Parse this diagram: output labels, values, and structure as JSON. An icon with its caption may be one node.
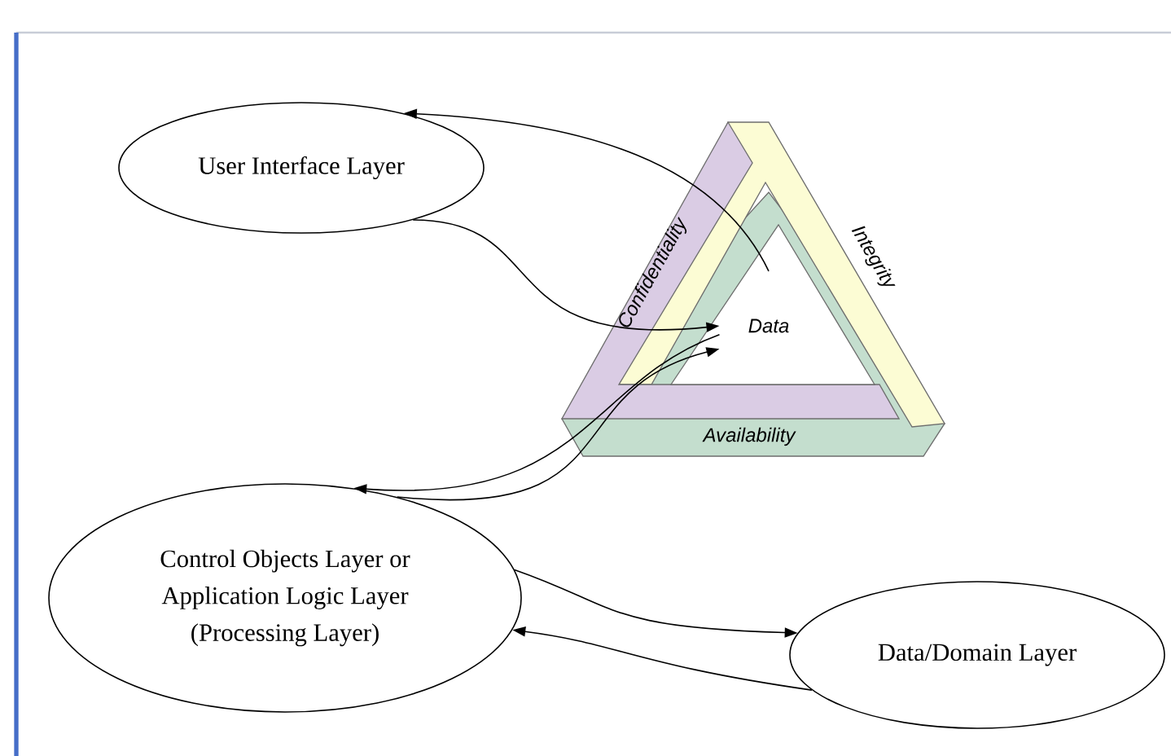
{
  "diagram": {
    "nodes": [
      {
        "text": [
          "User Interface Layer"
        ]
      },
      {
        "text": [
          "Data"
        ]
      },
      {
        "text": [
          "Control Objects Layer or Application Logic Layer (Processing Layer)"
        ]
      },
      {
        "text": [
          "Data/Domain Layer"
        ]
      }
    ],
    "edges": [
      {
        "from": 1,
        "to": 0,
        "arrow": "to"
      },
      {
        "from": 0,
        "to": 1,
        "arrow": "to"
      },
      {
        "from": 1,
        "to": 2,
        "arrow": "to"
      },
      {
        "from": 2,
        "to": 1,
        "arrow": "to"
      },
      {
        "from": 2,
        "to": 3,
        "arrow": "to"
      },
      {
        "from": 3,
        "to": 2,
        "arrow": "to"
      }
    ],
    "labels": [
      "Confidentiality",
      "Integrity",
      "Availability"
    ]
  }
}
